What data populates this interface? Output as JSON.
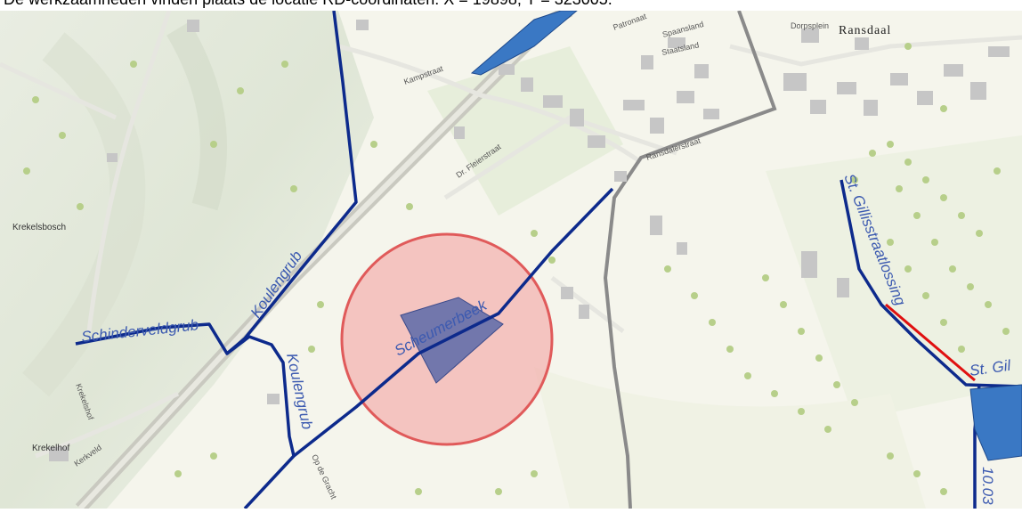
{
  "caption": "De werkzaamheden vinden plaats  de locatie RD-coördinaten: X = 19898; Y = 323005.",
  "labels": {
    "town": "Ransdaal",
    "places": [
      "Krekelhof",
      "Krekelsbosch"
    ],
    "waterways": [
      "Schinderveldgrub",
      "Koulengrub",
      "Koulengrub",
      "Scheumerbeek",
      "St. Gillisstraatlossing",
      "St. Gil",
      "10.03"
    ],
    "streets": [
      "Kampstraat",
      "Ransdalerstraat",
      "Staatsland",
      "Dorpsplein",
      "Kerkveld",
      "Krekelshof",
      "Op de Gracht",
      "Patronaat",
      "Spaansland",
      "Dr. Fleierstraat"
    ]
  },
  "colors": {
    "water": "#0d2a8c",
    "water_label": "#3c5ab0",
    "circle_fill": "#f4a3a3",
    "circle_stroke": "#e05a5a",
    "work_area": "#5a6aa8",
    "road_main": "#8a8a8a",
    "highlight": "#e01010",
    "basin": "#3a78c4"
  },
  "icons": [
    "tree-dot",
    "building"
  ]
}
